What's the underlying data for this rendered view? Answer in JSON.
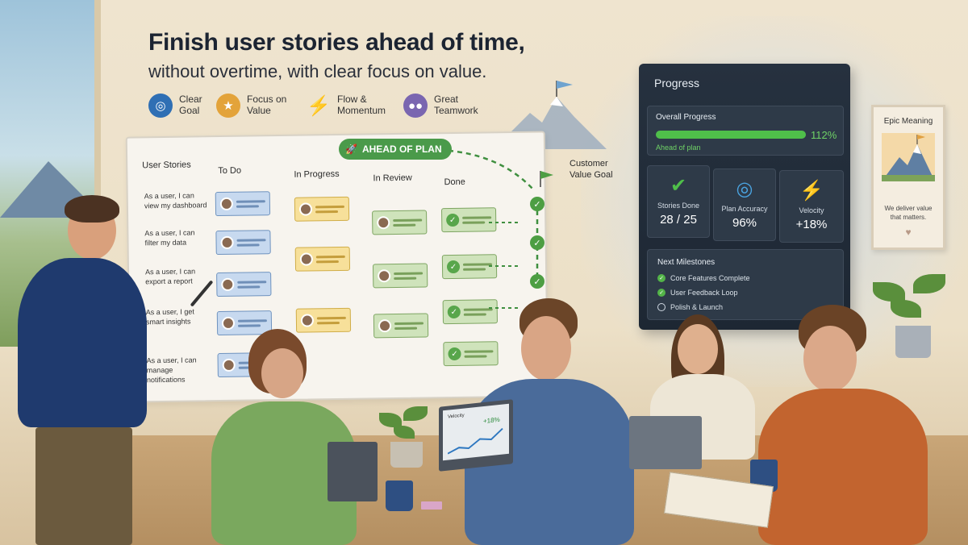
{
  "headline": {
    "title": "Finish user stories ahead of time,",
    "subtitle": "without overtime, with clear focus on value."
  },
  "features": [
    {
      "label": "Clear\nGoal",
      "icon": "target-icon",
      "color": "#2f6fb4"
    },
    {
      "label": "Focus on\nValue",
      "icon": "star-icon",
      "color": "#e3a33a"
    },
    {
      "label": "Flow &\nMomentum",
      "icon": "lightning-icon",
      "color": "#4a9a3f"
    },
    {
      "label": "Great\nTeamwork",
      "icon": "team-icon",
      "color": "#7a66b0"
    }
  ],
  "board": {
    "columns": [
      "User Stories",
      "To Do",
      "In Progress",
      "In Review",
      "Done"
    ],
    "stories": [
      "As a user, I can view my dashboard",
      "As a user, I can filter my data",
      "As a user, I can export a report",
      "As a user, I get smart insights",
      "As a user, I can manage notifications"
    ],
    "badge": "AHEAD OF PLAN",
    "goal_label": "Customer\nValue Goal"
  },
  "progress": {
    "title": "Progress",
    "overall_label": "Overall Progress",
    "overall_value": "112%",
    "overall_fraction": 1.0,
    "overall_status": "Ahead of plan",
    "stats": [
      {
        "label": "Stories Done",
        "value": "28 / 25",
        "icon": "check-circle-icon",
        "color": "#4fbf4a"
      },
      {
        "label": "Plan Accuracy",
        "value": "96%",
        "icon": "target-icon",
        "color": "#4aa3e0"
      },
      {
        "label": "Velocity",
        "value": "+18%",
        "icon": "lightning-icon",
        "color": "#f0b63a"
      }
    ],
    "milestones_title": "Next Milestones",
    "milestones": [
      {
        "label": "Core Features Complete",
        "done": true
      },
      {
        "label": "User Feedback Loop",
        "done": true
      },
      {
        "label": "Polish & Launch",
        "done": false
      }
    ]
  },
  "poster": {
    "title": "Epic Meaning",
    "message": "We deliver value\nthat matters."
  },
  "laptop": {
    "label": "Velocity",
    "value": "+18%"
  },
  "colors": {
    "panel_bg": "#1f2935",
    "accent_green": "#4fbf4a",
    "todo_blue": "#c7d9ef",
    "progress_yellow": "#f7e09a",
    "done_green": "#cfe3bb"
  }
}
